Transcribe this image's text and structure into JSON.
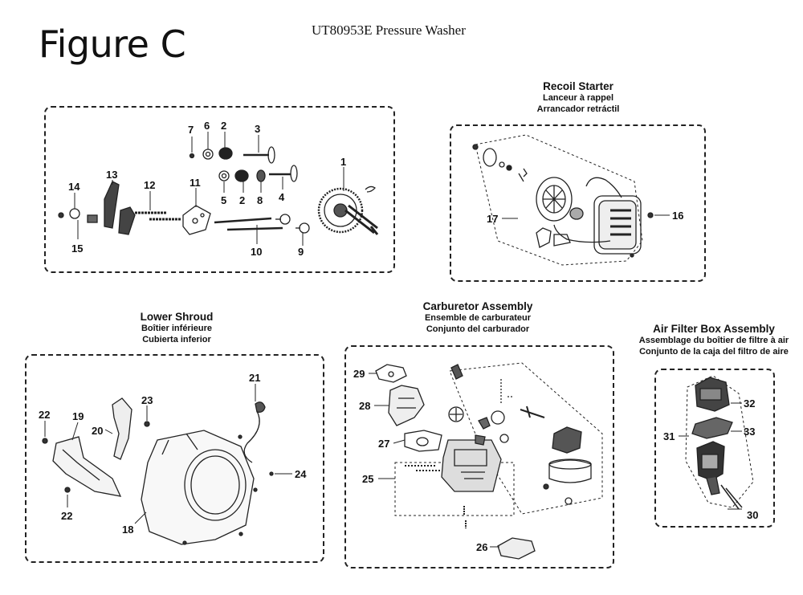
{
  "page": {
    "title": "Figure C",
    "subtitle": "UT80953E Pressure Washer"
  },
  "sections": {
    "engine": {},
    "recoil_starter": {
      "title_en": "Recoil Starter",
      "title_fr": "Lanceur à rappel",
      "title_es": "Arrancador retráctil"
    },
    "lower_shroud": {
      "title_en": "Lower Shroud",
      "title_fr": "Boîtier inférieure",
      "title_es": "Cubierta inferior"
    },
    "carburetor": {
      "title_en": "Carburetor Assembly",
      "title_fr": "Ensemble de carburateur",
      "title_es": "Conjunto del carburador"
    },
    "air_filter": {
      "title_en": "Air Filter Box Assembly",
      "title_fr": "Assemblage du boîtier de filtre à air",
      "title_es": "Conjunto de la caja del filtro de aire"
    }
  },
  "callouts": {
    "c1": "1",
    "c2a": "2",
    "c2b": "2",
    "c3": "3",
    "c4": "4",
    "c5": "5",
    "c6": "6",
    "c7": "7",
    "c8": "8",
    "c9": "9",
    "c10": "10",
    "c11": "11",
    "c12": "12",
    "c13": "13",
    "c14": "14",
    "c15": "15",
    "c16": "16",
    "c17": "17",
    "c18": "18",
    "c19": "19",
    "c20": "20",
    "c21": "21",
    "c22a": "22",
    "c22b": "22",
    "c23": "23",
    "c24": "24",
    "c25": "25",
    "c26": "26",
    "c27": "27",
    "c28": "28",
    "c29": "29",
    "c30": "30",
    "c31": "31",
    "c32": "32",
    "c33": "33"
  }
}
